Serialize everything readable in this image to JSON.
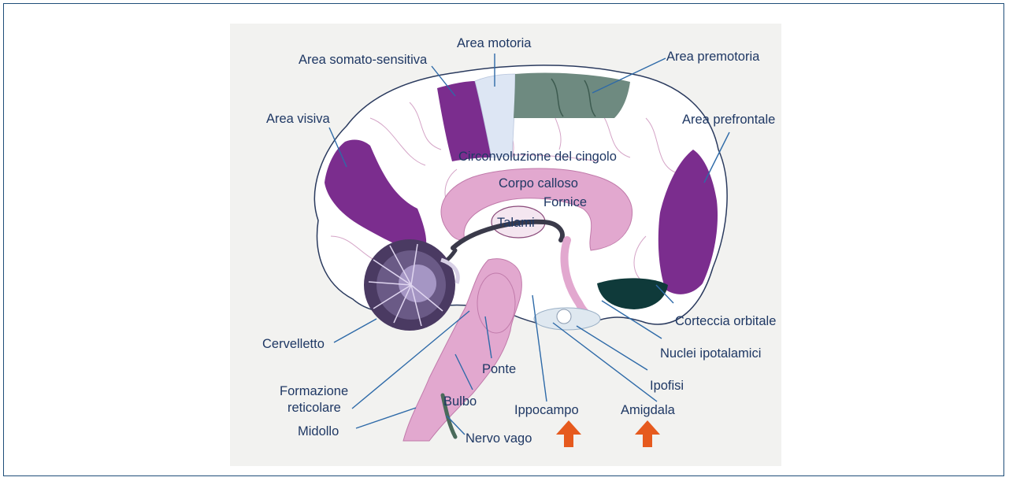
{
  "labels": {
    "area_motoria": "Area motoria",
    "area_somato_sensitiva": "Area somato-sensitiva",
    "area_premotoria": "Area premotoria",
    "area_visiva": "Area visiva",
    "area_prefrontale": "Area prefrontale",
    "circonvoluzione_cingolo": "Circonvoluzione del cingolo",
    "corpo_calloso": "Corpo calloso",
    "fornice": "Fornice",
    "talami": "Talami",
    "corteccia_orbitale": "Corteccia orbitale",
    "nuclei_ipotalamici": "Nuclei ipotalamici",
    "cervelletto": "Cervelletto",
    "ipofisi": "Ipofisi",
    "ponte": "Ponte",
    "formazione_line1": "Formazione",
    "formazione_line2": "reticolare",
    "bulbo": "Bulbo",
    "ippocampo": "Ippocampo",
    "amigdala": "Amigdala",
    "midollo": "Midollo",
    "nervo_vago": "Nervo vago"
  },
  "colors": {
    "purple_area": "#7b2d8e",
    "motor_area": "#dde6f4",
    "premotor_area": "#6e8a80",
    "limbic_pink": "#e2a8cf",
    "cerebellum": "#4a3a62",
    "orbital_cortex": "#0f3a3a",
    "label_text": "#1f3864",
    "leader_line": "#2e6aa8",
    "arrow": "#e65a1e"
  }
}
